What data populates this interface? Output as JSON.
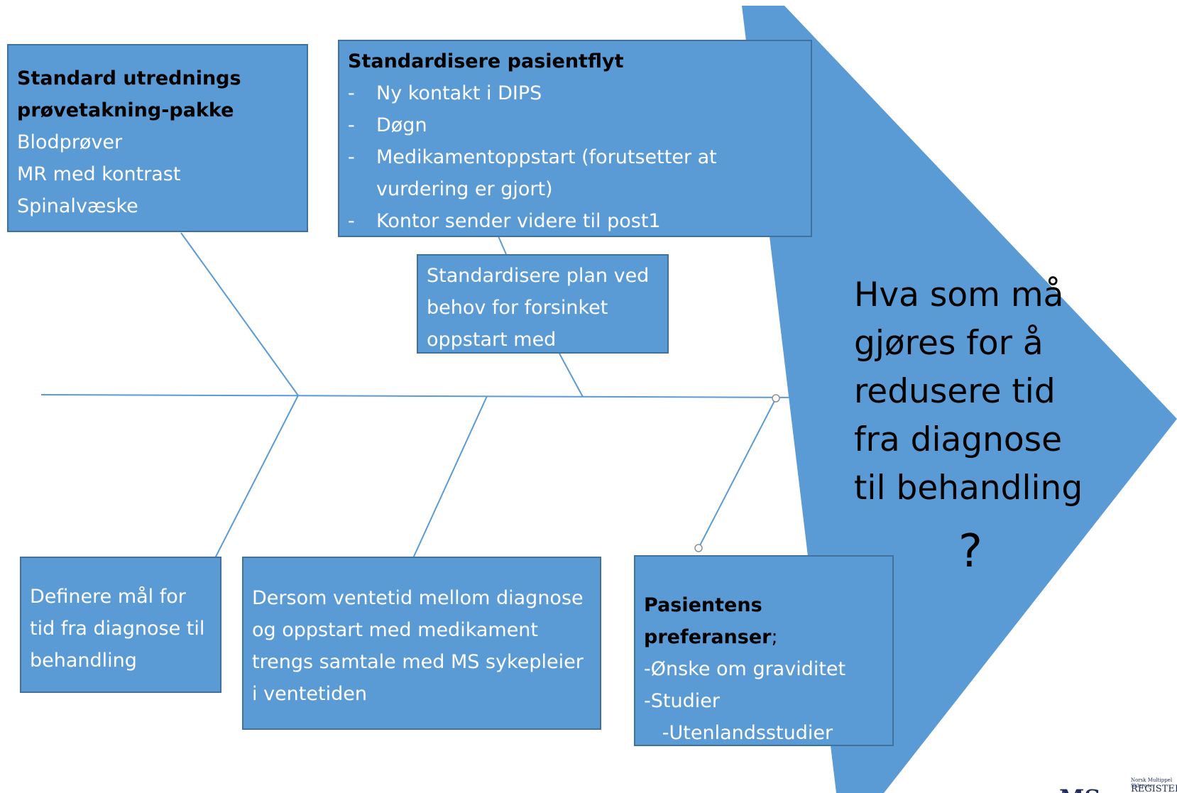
{
  "boxes": {
    "blood": {
      "title": "Standard utrednings prøvetakning-pakke",
      "lines": [
        "Blodprøver",
        "MR med kontrast",
        "Spinalvæske"
      ]
    },
    "flow": {
      "title": "Standardisere pasientflyt",
      "items": [
        "Ny kontakt i DIPS",
        "Døgn",
        "Medikamentoppstart (forutsetter at vurdering er gjort)",
        "Kontor sender videre til post1"
      ]
    },
    "plan": {
      "text": "Standardisere plan ved behov for forsinket oppstart med behandling"
    },
    "define": {
      "text": "Definere mål for tid fra diagnose til behandling"
    },
    "nurse": {
      "text": "Dersom ventetid mellom diagnose og oppstart med medikament trengs samtale med MS sykepleier i ventetiden"
    },
    "prefs": {
      "title": "Pasientens preferanser",
      "title_suffix": ";",
      "lines": [
        "-Ønske om graviditet",
        "-Studier",
        "   -Utenlandsstudier"
      ]
    }
  },
  "goal": {
    "text": "Hva som må gjøres for å redusere tid fra diagnose til behandling",
    "question_mark": "?"
  },
  "logo": {
    "letters": "MS",
    "small_text": "Norsk Multippel Sklerose",
    "registry": "REGISTER"
  },
  "colors": {
    "box_fill": "#5b9bd5",
    "box_border": "#41719c",
    "arrow_fill": "#5b9bd5",
    "line": "#5b9bd5",
    "logo": "#1f2d5a"
  }
}
